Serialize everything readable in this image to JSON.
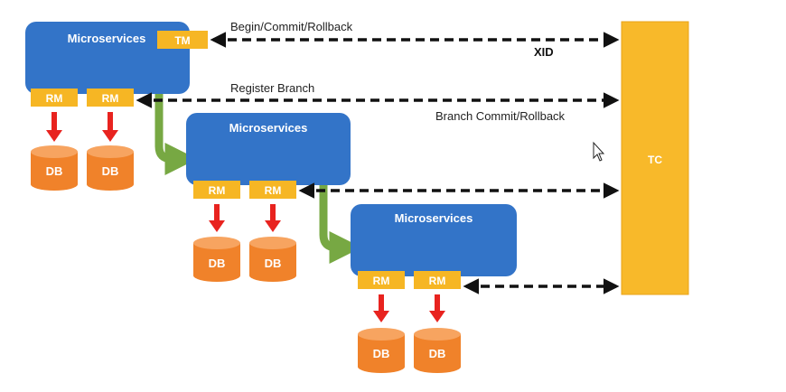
{
  "diagram": {
    "microservice_label": "Microservices",
    "tm_label": "TM",
    "rm_label": "RM",
    "db_label": "DB",
    "tc_label": "TC",
    "arrow_labels": {
      "begin_commit_rollback": "Begin/Commit/Rollback",
      "xid": "XID",
      "register_branch": "Register Branch",
      "branch_commit_rollback": "Branch Commit/Rollback"
    },
    "colors": {
      "microservice_blue": "#3374C8",
      "box_yellow": "#F6B624",
      "tc_yellow": "#F8B92A",
      "db_orange": "#F0822A",
      "red_arrow": "#E8231F",
      "green_arrow": "#77A843",
      "dashed_arrow": "#111111"
    }
  }
}
